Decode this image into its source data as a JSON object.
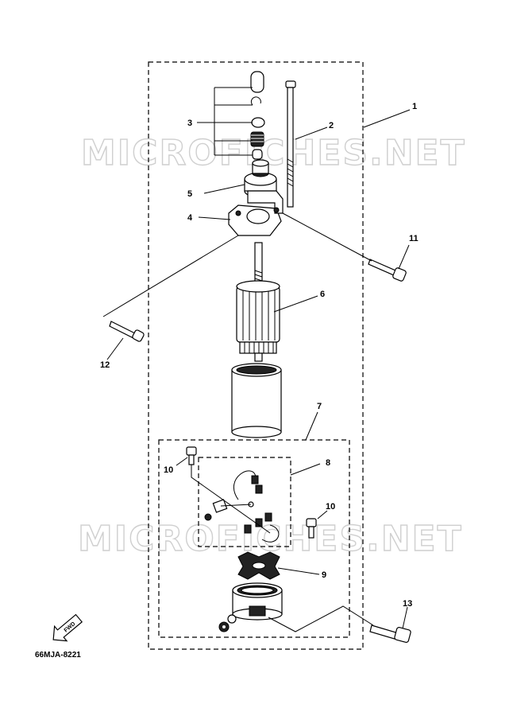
{
  "watermark": "MICROFICHES.NET",
  "diagram_code": "66MJA-8221",
  "fwd_label": "FWD",
  "callouts": [
    {
      "id": "c1",
      "label": "1"
    },
    {
      "id": "c2",
      "label": "2"
    },
    {
      "id": "c3",
      "label": "3"
    },
    {
      "id": "c4",
      "label": "4"
    },
    {
      "id": "c5",
      "label": "5"
    },
    {
      "id": "c6",
      "label": "6"
    },
    {
      "id": "c7",
      "label": "7"
    },
    {
      "id": "c8",
      "label": "8"
    },
    {
      "id": "c9",
      "label": "9"
    },
    {
      "id": "c10a",
      "label": "10"
    },
    {
      "id": "c10b",
      "label": "10"
    },
    {
      "id": "c11",
      "label": "11"
    },
    {
      "id": "c12",
      "label": "12"
    },
    {
      "id": "c13",
      "label": "13"
    }
  ]
}
